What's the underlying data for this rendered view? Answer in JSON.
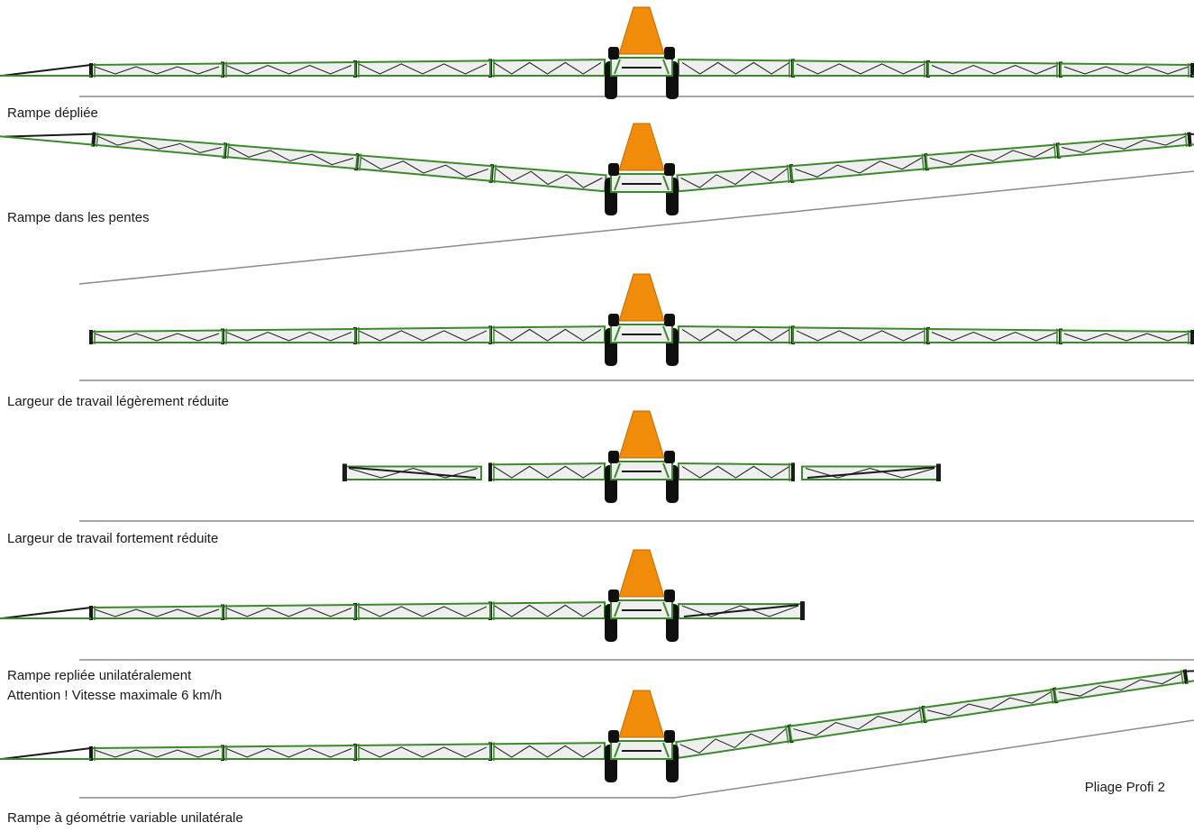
{
  "colors": {
    "boom_frame": "#3a8a2a",
    "boom_fill": "#efefef",
    "truss": "#1a1a1a",
    "tank": "#f08c0a",
    "wheel": "#0f0f0f",
    "ground": "#8a8a8a"
  },
  "configurations": [
    {
      "id": "unfolded",
      "caption_lines": [
        "Rampe dépliée"
      ],
      "left": "full",
      "right": "full",
      "left_angle_deg": 0,
      "right_angle_deg": 0,
      "ground": "flat"
    },
    {
      "id": "slope",
      "caption_lines": [
        "Rampe dans les pentes"
      ],
      "left": "full",
      "right": "full",
      "left_angle_deg": 5.2,
      "right_angle_deg": -5.2,
      "ground": "slope"
    },
    {
      "id": "slightly-reduced",
      "caption_lines": [
        "Largeur de travail légèrement réduite"
      ],
      "left": "tips_folded",
      "right": "tips_folded",
      "left_angle_deg": 0,
      "right_angle_deg": 0,
      "ground": "flat"
    },
    {
      "id": "strongly-reduced",
      "caption_lines": [
        "Largeur de travail fortement réduite"
      ],
      "left": "outer_folded",
      "right": "outer_folded",
      "left_angle_deg": 0,
      "right_angle_deg": 0,
      "ground": "flat"
    },
    {
      "id": "one-side-folded",
      "caption_lines": [
        "Rampe repliée unilatéralement",
        "Attention ! Vitesse maximale 6 km/h"
      ],
      "left": "full",
      "right": "folded",
      "left_angle_deg": 0,
      "right_angle_deg": 0,
      "ground": "flat"
    },
    {
      "id": "one-side-variable",
      "caption_lines": [
        "Rampe à géométrie variable unilatérale"
      ],
      "left": "full",
      "right": "full",
      "left_angle_deg": 0,
      "right_angle_deg": -8.5,
      "ground": "kink_right",
      "note": "Pliage Profi 2"
    }
  ]
}
